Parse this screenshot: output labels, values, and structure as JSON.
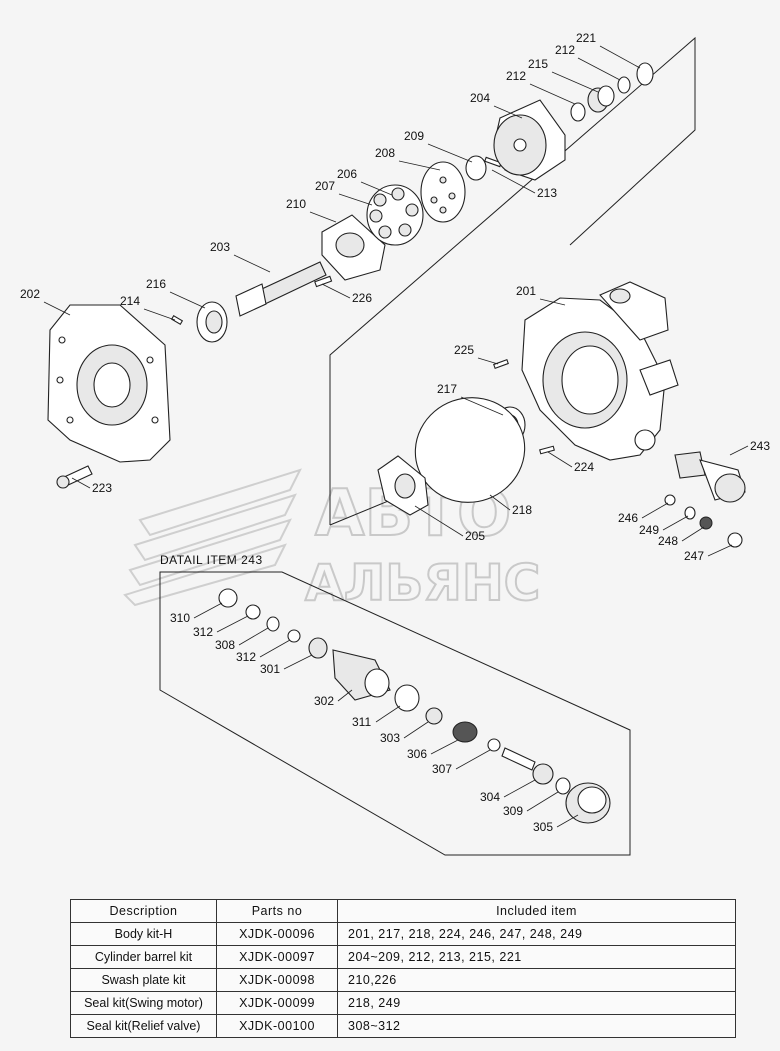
{
  "watermark": {
    "line1": "АВТО",
    "line2": "АЛЬЯНС"
  },
  "detail_title": "DATAIL ITEM 243",
  "callouts": [
    "221",
    "212",
    "215",
    "212",
    "204",
    "209",
    "208",
    "206",
    "207",
    "213",
    "210",
    "203",
    "226",
    "216",
    "214",
    "202",
    "201",
    "225",
    "217",
    "243",
    "224",
    "223",
    "246",
    "249",
    "248",
    "247",
    "218",
    "205",
    "310",
    "312",
    "308",
    "312",
    "301",
    "302",
    "311",
    "303",
    "306",
    "307",
    "304",
    "309",
    "305"
  ],
  "table": {
    "headers": [
      "Description",
      "Parts no",
      "Included item"
    ],
    "rows": [
      [
        "Body kit-H",
        "XJDK-00096",
        "201, 217, 218, 224, 246, 247, 248, 249"
      ],
      [
        "Cylinder barrel kit",
        "XJDK-00097",
        "204~209, 212, 213, 215, 221"
      ],
      [
        "Swash plate kit",
        "XJDK-00098",
        "210,226"
      ],
      [
        "Seal kit(Swing motor)",
        "XJDK-00099",
        "218, 249"
      ],
      [
        "Seal kit(Relief valve)",
        "XJDK-00100",
        "308~312"
      ]
    ]
  }
}
